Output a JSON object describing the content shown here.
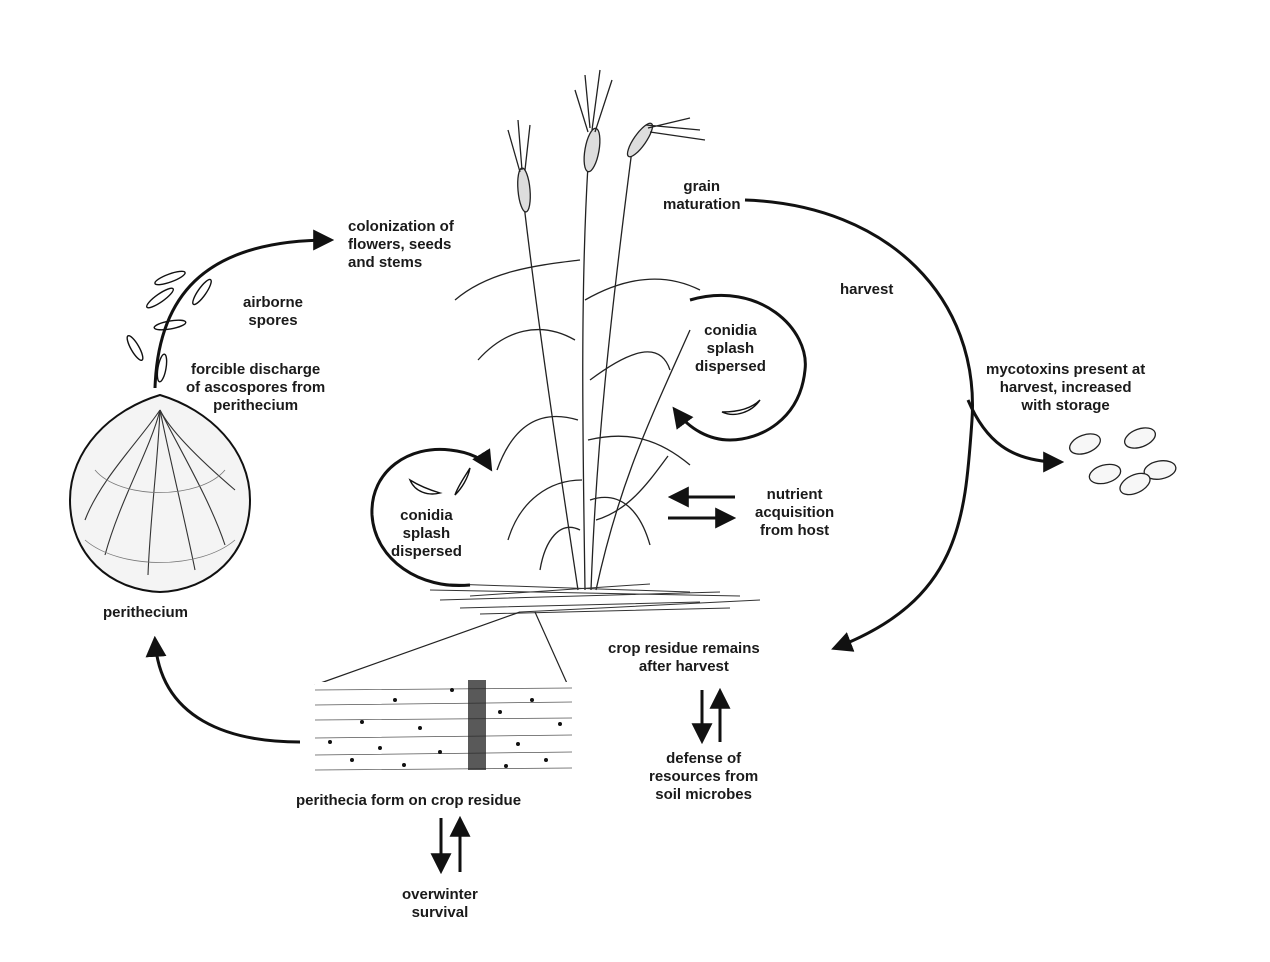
{
  "colors": {
    "ink": "#111111",
    "background": "#ffffff"
  },
  "labels": {
    "grain_maturation": "grain\nmaturation",
    "colonization": "colonization of\nflowers, seeds\nand stems",
    "harvest": "harvest",
    "airborne_spores": "airborne\nspores",
    "forcible_discharge": "forcible discharge\nof ascospores from\nperithecium",
    "conidia_upper": "conidia\nsplash\ndispersed",
    "mycotoxins": "mycotoxins present at\nharvest, increased\nwith storage",
    "conidia_lower": "conidia\nsplash\ndispersed",
    "nutrient": "nutrient\nacquisition\nfrom host",
    "perithecium": "perithecium",
    "crop_residue": "crop residue remains\nafter harvest",
    "defense": "defense of\nresources from\nsoil microbes",
    "perithecia_form": "perithecia form on crop residue",
    "overwinter": "overwinter\nsurvival"
  },
  "icons": {
    "wheat_plant": "wheat-plant-illustration",
    "perithecium": "perithecium-illustration",
    "residue_section": "crop-residue-section-illustration",
    "spores": "ascospore-icon",
    "conidia": "conidium-icon",
    "grains": "grain-kernel-icon"
  }
}
